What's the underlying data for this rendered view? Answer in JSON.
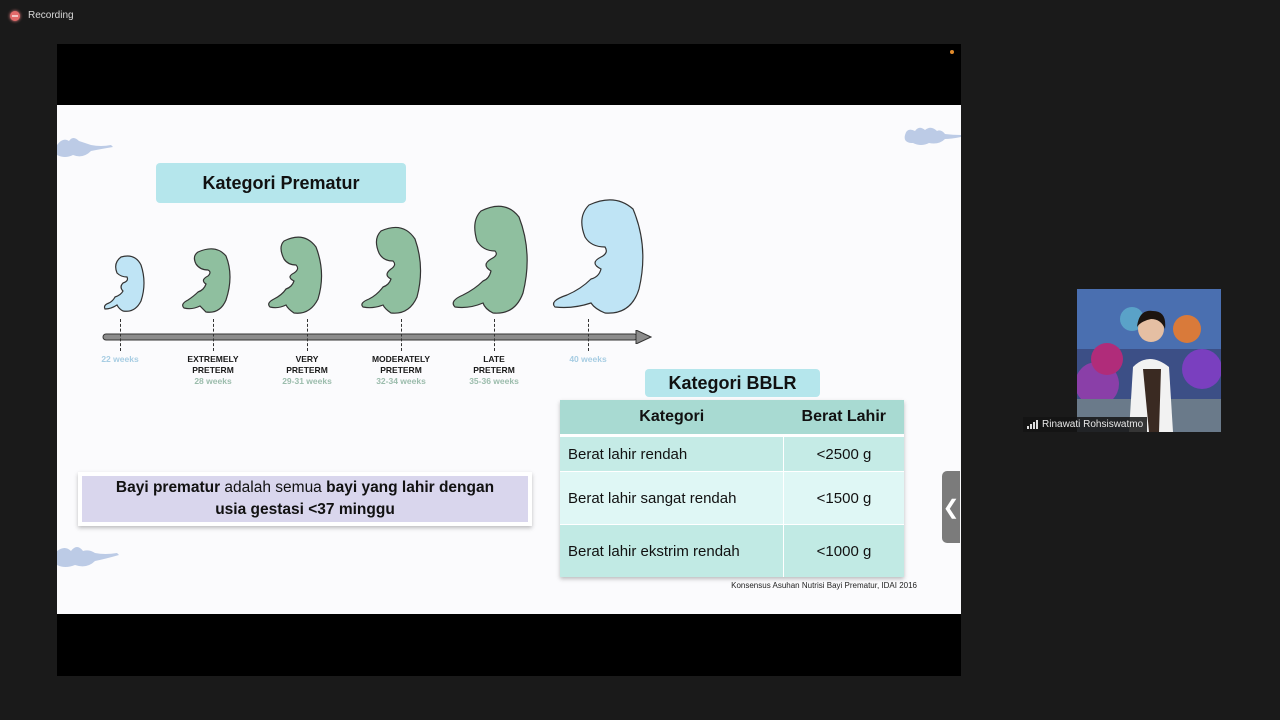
{
  "recording": {
    "label": "Recording",
    "icon": "record-icon"
  },
  "slide": {
    "prematur_title": "Kategori Prematur",
    "timeline": [
      {
        "category": "",
        "weeks": "22 weeks",
        "color": "blue"
      },
      {
        "category_line1": "EXTREMELY",
        "category_line2": "PRETERM",
        "weeks": "28 weeks",
        "color": "green"
      },
      {
        "category_line1": "VERY",
        "category_line2": "PRETERM",
        "weeks": "29-31 weeks",
        "color": "green"
      },
      {
        "category_line1": "MODERATELY",
        "category_line2": "PRETERM",
        "weeks": "32-34 weeks",
        "color": "green"
      },
      {
        "category_line1": "LATE",
        "category_line2": "PRETERM",
        "weeks": "35-36 weeks",
        "color": "green"
      },
      {
        "category": "",
        "weeks": "40 weeks",
        "color": "blue"
      }
    ],
    "definition": {
      "part1_bold": "Bayi prematur",
      "part2": " adalah semua ",
      "part3_bold": "bayi yang lahir dengan",
      "line2_bold": "usia gestasi <37 minggu"
    },
    "bblr_title": "Kategori BBLR",
    "bblr_table": {
      "headers": [
        "Kategori",
        "Berat Lahir"
      ],
      "rows": [
        [
          "Berat lahir rendah",
          "<2500 g"
        ],
        [
          "Berat lahir sangat rendah",
          "<1500 g"
        ],
        [
          "Berat lahir ekstrim rendah",
          "<1000 g"
        ]
      ]
    },
    "citation": "Konsensus Asuhan Nutrisi Bayi Prematur, IDAI 2016"
  },
  "colors": {
    "title_bg": "#b5e6ec",
    "fetus_green": "#8fbf9f",
    "fetus_blue": "#bfe4f5",
    "table_header": "#a8dad2",
    "definition_bg": "#d9d6ed"
  },
  "participant": {
    "name": "Rinawati Rohsiswatmo",
    "signal_icon": "signal-bars-icon"
  },
  "panel_toggle": {
    "glyph": "❮"
  }
}
